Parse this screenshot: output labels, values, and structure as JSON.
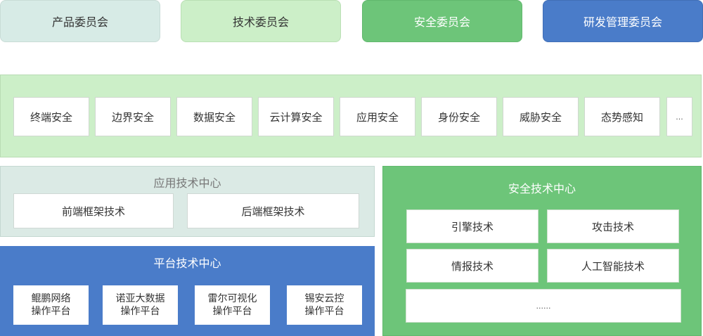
{
  "committees": [
    "产品委员会",
    "技术委员会",
    "安全委员会",
    "研发管理委员会"
  ],
  "capabilities": [
    "终端安全",
    "边界安全",
    "数据安全",
    "云计算安全",
    "应用安全",
    "身份安全",
    "威胁安全",
    "态势感知",
    "..."
  ],
  "app_center": {
    "title": "应用技术中心",
    "items": [
      "前端框架技术",
      "后端框架技术"
    ]
  },
  "platform_center": {
    "title": "平台技术中心",
    "items": [
      {
        "line1": "鲲鹏网络",
        "line2": "操作平台"
      },
      {
        "line1": "诺亚大数据",
        "line2": "操作平台"
      },
      {
        "line1": "雷尔可视化",
        "line2": "操作平台"
      },
      {
        "line1": "锡安云控",
        "line2": "操作平台"
      }
    ]
  },
  "security_center": {
    "title": "安全技术中心",
    "items": [
      "引擎技术",
      "攻击技术",
      "情报技术",
      "人工智能技术"
    ],
    "more": "......"
  },
  "colors": {
    "light_teal": "#d7ebe6",
    "light_green": "#ccefc8",
    "green": "#6dc579",
    "blue": "#4a7cc9"
  }
}
